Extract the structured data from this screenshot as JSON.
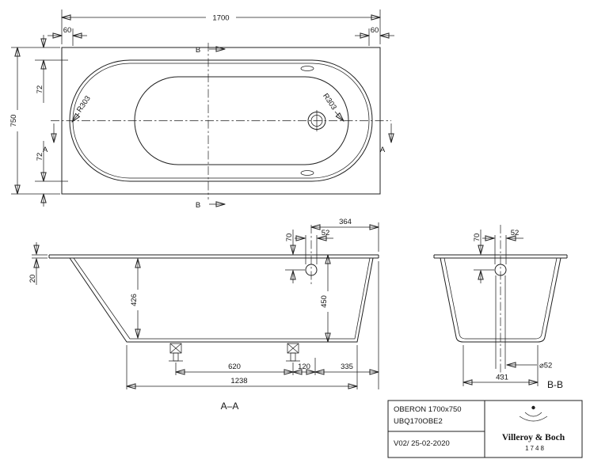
{
  "plan": {
    "length": "1700",
    "width": "750",
    "offset_left": "60",
    "offset_right": "60",
    "edge_top": "72",
    "edge_bottom": "72",
    "radius_left": "R303",
    "radius_right": "R303",
    "a_left": "A",
    "a_right": "A",
    "b_top": "B",
    "b_bottom": "B"
  },
  "section_aa": {
    "label": "A–A",
    "overflow_offset": "364",
    "overflow_depth": "70",
    "overflow_dia": "52",
    "rim_thickness": "20",
    "inner_depth": "426",
    "overall_height": "450",
    "feet_spacing": "620",
    "foot_offset": "120",
    "end_offset": "335",
    "base_length": "1238"
  },
  "section_bb": {
    "label": "B-B",
    "overflow_depth": "70",
    "overflow_dia": "52",
    "drain_dia": "⌀52",
    "base_width": "431"
  },
  "title_block": {
    "product": "OBERON 1700x750",
    "code": "UBQ170OBE2",
    "revision": "V02/ 25-02-2020",
    "brand": "Villeroy & Boch",
    "established": "1748"
  }
}
